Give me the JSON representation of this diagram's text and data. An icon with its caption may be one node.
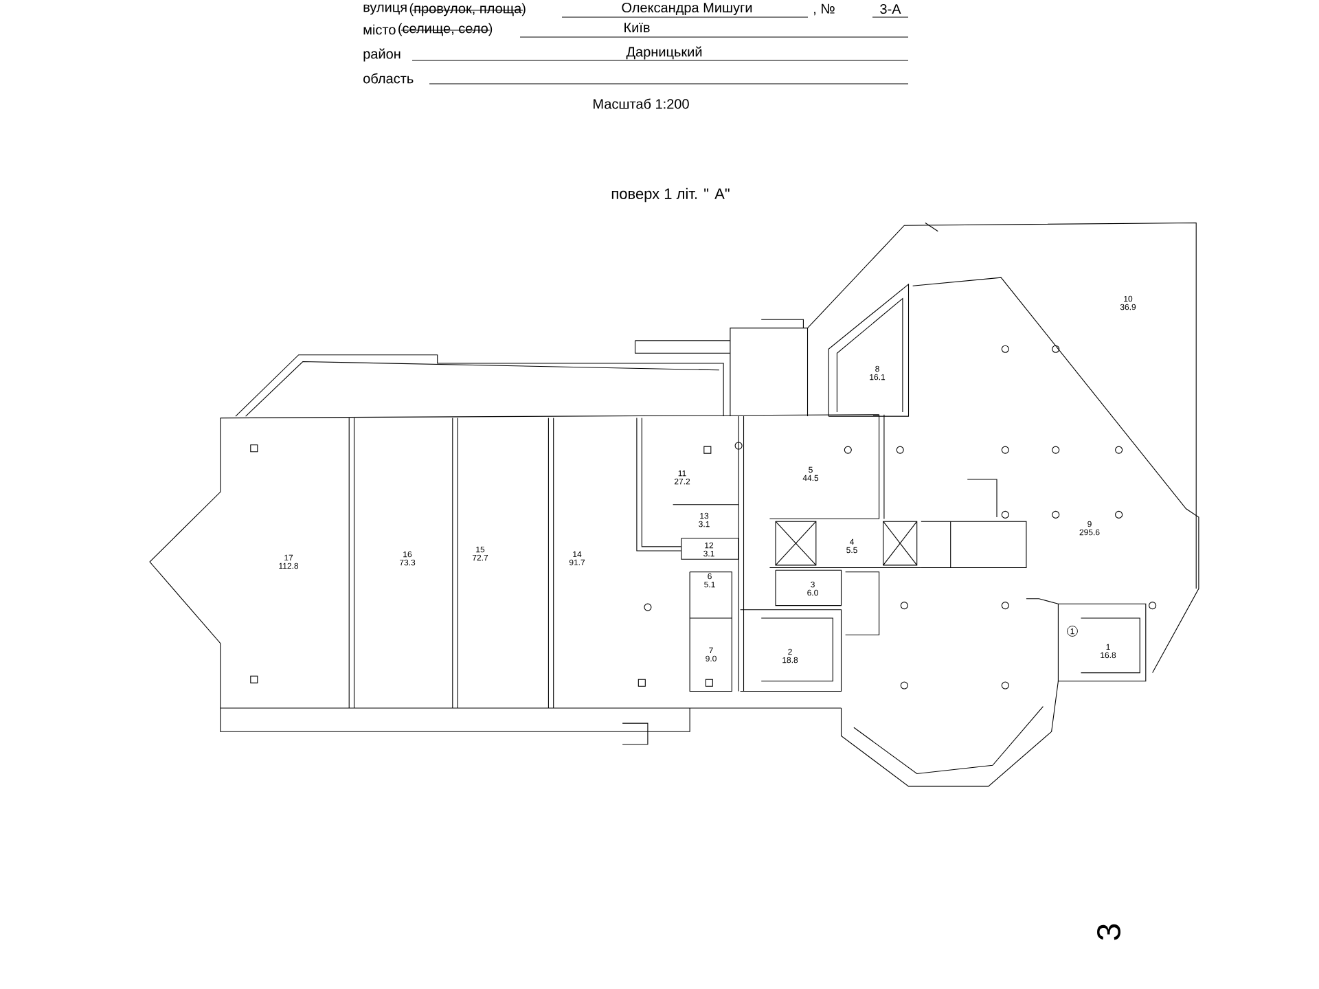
{
  "diagram": {
    "title": "поверх 1 літ.  \" А\"",
    "nodes": [
      {
        "text": [
          "10",
          "36.9"
        ]
      },
      {
        "text": [
          "8",
          "16.1"
        ]
      },
      {
        "text": [
          "11",
          "27.2"
        ]
      },
      {
        "text": [
          "5",
          "44.5"
        ]
      },
      {
        "text": [
          "13",
          "3.1"
        ]
      },
      {
        "text": [
          "9",
          "295.6"
        ]
      },
      {
        "text": [
          "17",
          "112.8"
        ]
      },
      {
        "text": [
          "16",
          "73.3"
        ]
      },
      {
        "text": [
          "15",
          "72.7"
        ]
      },
      {
        "text": [
          "14",
          "91.7"
        ]
      },
      {
        "text": [
          "12",
          "3.1"
        ]
      },
      {
        "text": [
          "4",
          "5.5"
        ]
      },
      {
        "text": [
          "6",
          "5.1"
        ]
      },
      {
        "text": [
          "3",
          "6.0"
        ]
      },
      {
        "text": [
          "1"
        ]
      },
      {
        "text": [
          "1",
          "16.8"
        ]
      },
      {
        "text": [
          "2",
          "18.8"
        ]
      },
      {
        "text": [
          "7",
          "9.0"
        ]
      }
    ],
    "labels": [
      "вулиця",
      "(провулок, площа)",
      "Олександра Мишуги",
      ", №",
      "3-А",
      "місто",
      "(селище, село)",
      "Київ",
      "район",
      "Дарницький",
      "область",
      "Масштаб 1:200",
      "3"
    ]
  }
}
